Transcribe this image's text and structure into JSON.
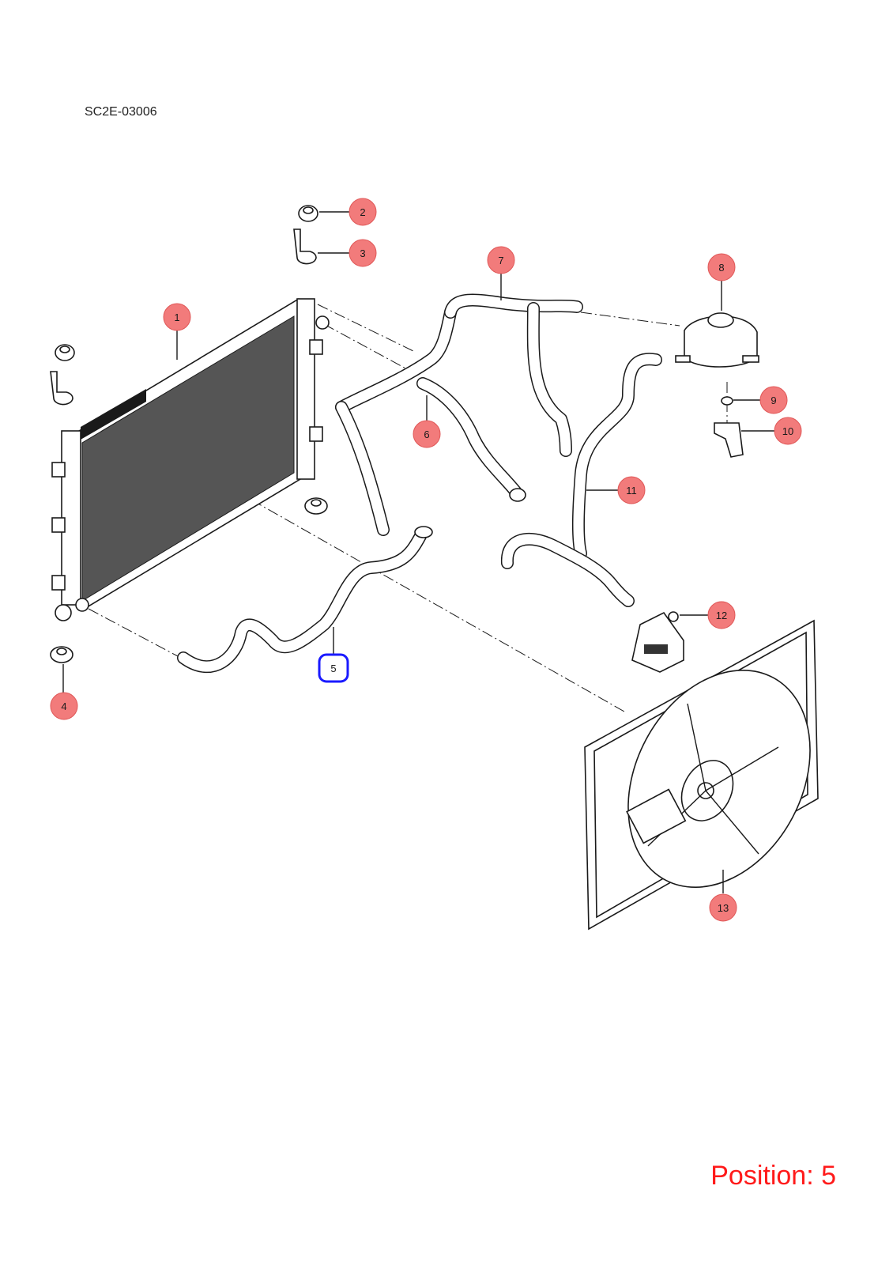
{
  "header": {
    "doc_code": "SC2E-03006"
  },
  "footer": {
    "position_label": "Position: 5"
  },
  "selection": {
    "position": 5
  },
  "colors": {
    "callout_fill": "#f27b7b",
    "callout_selected": "#1a1aff",
    "position_text": "#ff1a1a"
  },
  "callouts": [
    {
      "id": "1",
      "label": "1"
    },
    {
      "id": "2",
      "label": "2"
    },
    {
      "id": "3",
      "label": "3"
    },
    {
      "id": "4",
      "label": "4"
    },
    {
      "id": "5",
      "label": "5"
    },
    {
      "id": "6",
      "label": "6"
    },
    {
      "id": "7",
      "label": "7"
    },
    {
      "id": "8",
      "label": "8"
    },
    {
      "id": "9",
      "label": "9"
    },
    {
      "id": "10",
      "label": "10"
    },
    {
      "id": "11",
      "label": "11"
    },
    {
      "id": "12",
      "label": "12"
    },
    {
      "id": "13",
      "label": "13"
    }
  ]
}
